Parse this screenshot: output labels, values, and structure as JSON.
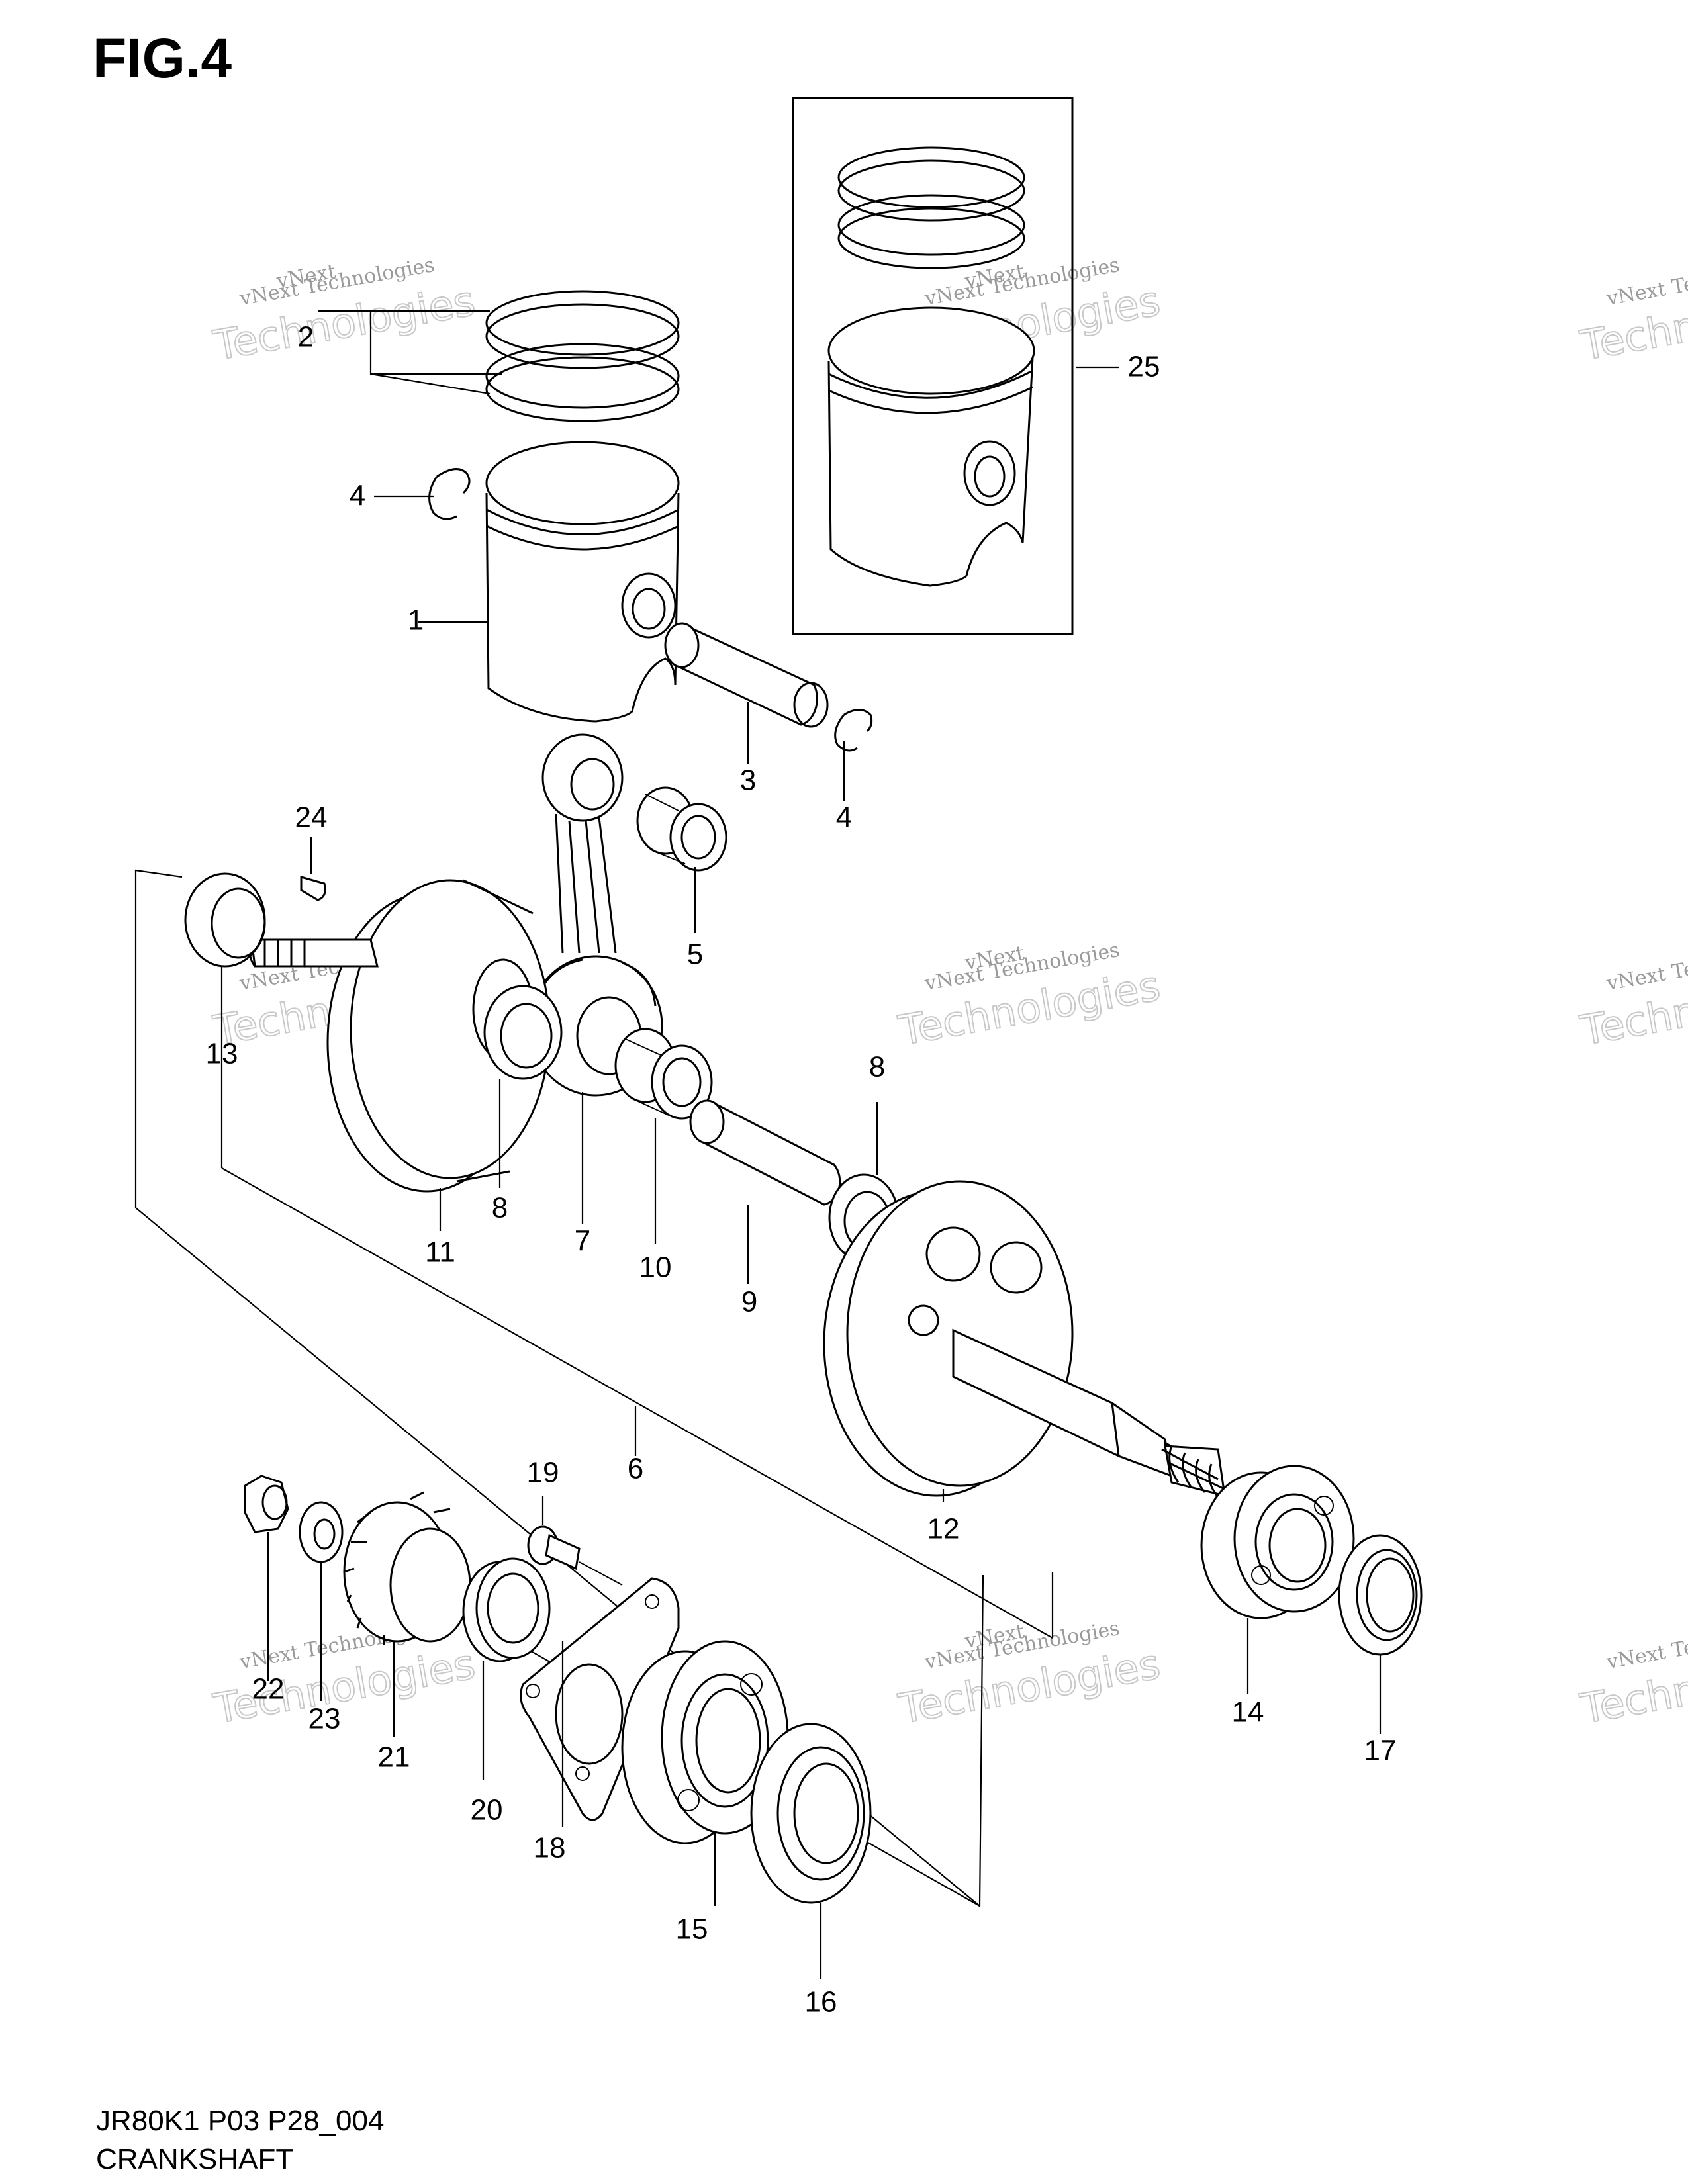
{
  "figure": {
    "title": "FIG.4"
  },
  "footer": {
    "code": "JR80K1 P03 P28_004",
    "title": "CRANKSHAFT"
  },
  "watermark": {
    "line1": "vNext Technologies",
    "line2": "Technologies",
    "line3": "vNext"
  },
  "callouts": [
    "1",
    "2",
    "3",
    "4",
    "4",
    "5",
    "6",
    "7",
    "8",
    "8",
    "9",
    "10",
    "11",
    "12",
    "13",
    "14",
    "15",
    "16",
    "17",
    "18",
    "19",
    "20",
    "21",
    "22",
    "23",
    "24",
    "25"
  ]
}
